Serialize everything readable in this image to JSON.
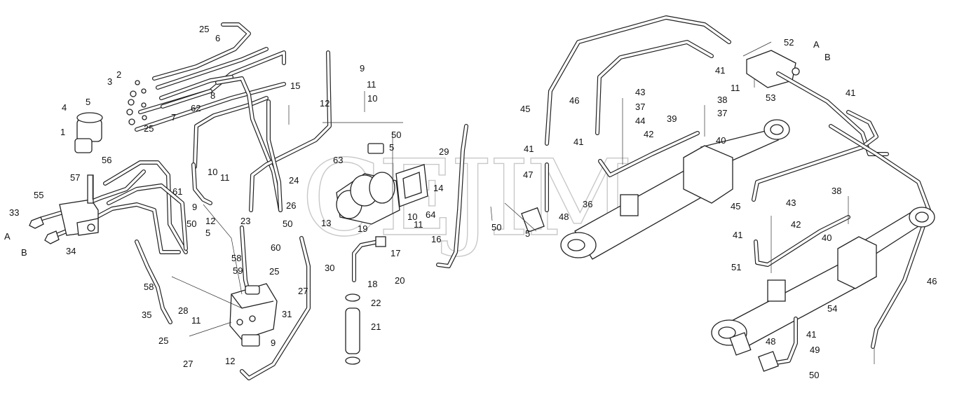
{
  "watermark": "CEJIM",
  "port_labels": {
    "a_left": "A",
    "b_left": "B",
    "a_right": "A",
    "b_right": "B"
  },
  "parts": [
    {
      "num": "25"
    },
    {
      "num": "6"
    },
    {
      "num": "3"
    },
    {
      "num": "2"
    },
    {
      "num": "4"
    },
    {
      "num": "5"
    },
    {
      "num": "1"
    },
    {
      "num": "25"
    },
    {
      "num": "7"
    },
    {
      "num": "8"
    },
    {
      "num": "62"
    },
    {
      "num": "15"
    },
    {
      "num": "9"
    },
    {
      "num": "11"
    },
    {
      "num": "10"
    },
    {
      "num": "12"
    },
    {
      "num": "50"
    },
    {
      "num": "5"
    },
    {
      "num": "63"
    },
    {
      "num": "14"
    },
    {
      "num": "29"
    },
    {
      "num": "24"
    },
    {
      "num": "26"
    },
    {
      "num": "56"
    },
    {
      "num": "57"
    },
    {
      "num": "10"
    },
    {
      "num": "11"
    },
    {
      "num": "55"
    },
    {
      "num": "61"
    },
    {
      "num": "9"
    },
    {
      "num": "12"
    },
    {
      "num": "33"
    },
    {
      "num": "34"
    },
    {
      "num": "50"
    },
    {
      "num": "5"
    },
    {
      "num": "23"
    },
    {
      "num": "50"
    },
    {
      "num": "13"
    },
    {
      "num": "19"
    },
    {
      "num": "11"
    },
    {
      "num": "64"
    },
    {
      "num": "10"
    },
    {
      "num": "58"
    },
    {
      "num": "59"
    },
    {
      "num": "60"
    },
    {
      "num": "25"
    },
    {
      "num": "27"
    },
    {
      "num": "30"
    },
    {
      "num": "16"
    },
    {
      "num": "17"
    },
    {
      "num": "18"
    },
    {
      "num": "20"
    },
    {
      "num": "58"
    },
    {
      "num": "35"
    },
    {
      "num": "28"
    },
    {
      "num": "11"
    },
    {
      "num": "31"
    },
    {
      "num": "22"
    },
    {
      "num": "21"
    },
    {
      "num": "25"
    },
    {
      "num": "27"
    },
    {
      "num": "9"
    },
    {
      "num": "12"
    },
    {
      "num": "52"
    },
    {
      "num": "41"
    },
    {
      "num": "11"
    },
    {
      "num": "53"
    },
    {
      "num": "41"
    },
    {
      "num": "45"
    },
    {
      "num": "46"
    },
    {
      "num": "43"
    },
    {
      "num": "37"
    },
    {
      "num": "44"
    },
    {
      "num": "38"
    },
    {
      "num": "37"
    },
    {
      "num": "39"
    },
    {
      "num": "42"
    },
    {
      "num": "41"
    },
    {
      "num": "40"
    },
    {
      "num": "41"
    },
    {
      "num": "47"
    },
    {
      "num": "48"
    },
    {
      "num": "36"
    },
    {
      "num": "50"
    },
    {
      "num": "5"
    },
    {
      "num": "38"
    },
    {
      "num": "43"
    },
    {
      "num": "45"
    },
    {
      "num": "42"
    },
    {
      "num": "41"
    },
    {
      "num": "40"
    },
    {
      "num": "51"
    },
    {
      "num": "46"
    },
    {
      "num": "54"
    },
    {
      "num": "48"
    },
    {
      "num": "41"
    },
    {
      "num": "49"
    },
    {
      "num": "50"
    }
  ]
}
